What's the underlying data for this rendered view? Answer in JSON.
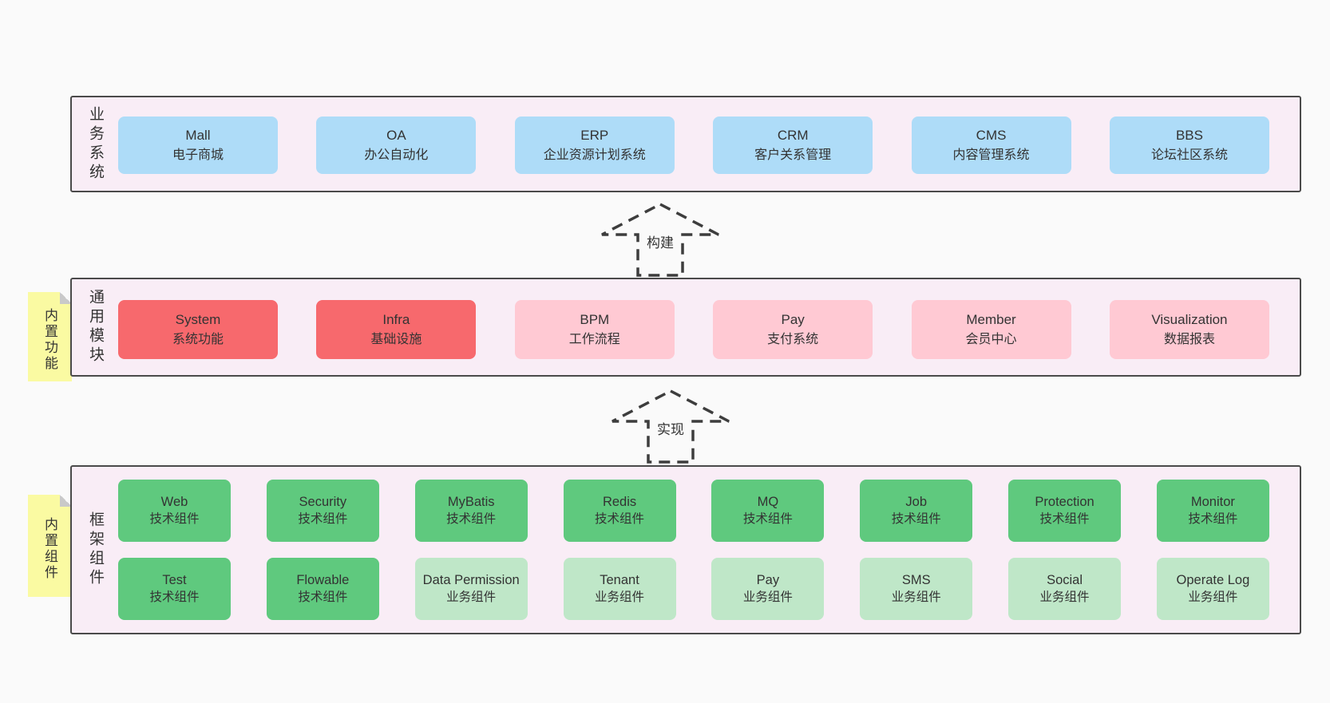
{
  "colors": {
    "page_bg": "#fafafa",
    "layer_bg": "#f9edf6",
    "layer_border": "#4a4a4a",
    "box_blue": "#aedcf8",
    "box_red": "#f7696d",
    "box_pink": "#ffc9d3",
    "box_green": "#5fc97e",
    "box_light_green": "#bfe7c8",
    "note_yellow": "#fafaa2",
    "text": "#333333"
  },
  "arrows": [
    {
      "label": "构建"
    },
    {
      "label": "实现"
    }
  ],
  "layers": [
    {
      "label": "业务系统",
      "boxes": [
        {
          "en": "Mall",
          "zh": "电子商城"
        },
        {
          "en": "OA",
          "zh": "办公自动化"
        },
        {
          "en": "ERP",
          "zh": "企业资源计划系统"
        },
        {
          "en": "CRM",
          "zh": "客户关系管理"
        },
        {
          "en": "CMS",
          "zh": "内容管理系统"
        },
        {
          "en": "BBS",
          "zh": "论坛社区系统"
        }
      ]
    },
    {
      "label": "通用模块",
      "note": "内置功能",
      "boxes": [
        {
          "en": "System",
          "zh": "系统功能"
        },
        {
          "en": "Infra",
          "zh": "基础设施"
        },
        {
          "en": "BPM",
          "zh": "工作流程"
        },
        {
          "en": "Pay",
          "zh": "支付系统"
        },
        {
          "en": "Member",
          "zh": "会员中心"
        },
        {
          "en": "Visualization",
          "zh": "数据报表"
        }
      ]
    },
    {
      "label": "框架组件",
      "note": "内置组件",
      "rows": [
        [
          {
            "en": "Web",
            "zh": "技术组件"
          },
          {
            "en": "Security",
            "zh": "技术组件"
          },
          {
            "en": "MyBatis",
            "zh": "技术组件"
          },
          {
            "en": "Redis",
            "zh": "技术组件"
          },
          {
            "en": "MQ",
            "zh": "技术组件"
          },
          {
            "en": "Job",
            "zh": "技术组件"
          },
          {
            "en": "Protection",
            "zh": "技术组件"
          },
          {
            "en": "Monitor",
            "zh": "技术组件"
          }
        ],
        [
          {
            "en": "Test",
            "zh": "技术组件"
          },
          {
            "en": "Flowable",
            "zh": "技术组件"
          },
          {
            "en": "Data Permission",
            "zh": "业务组件"
          },
          {
            "en": "Tenant",
            "zh": "业务组件"
          },
          {
            "en": "Pay",
            "zh": "业务组件"
          },
          {
            "en": "SMS",
            "zh": "业务组件"
          },
          {
            "en": "Social",
            "zh": "业务组件"
          },
          {
            "en": "Operate Log",
            "zh": "业务组件"
          }
        ]
      ]
    }
  ]
}
